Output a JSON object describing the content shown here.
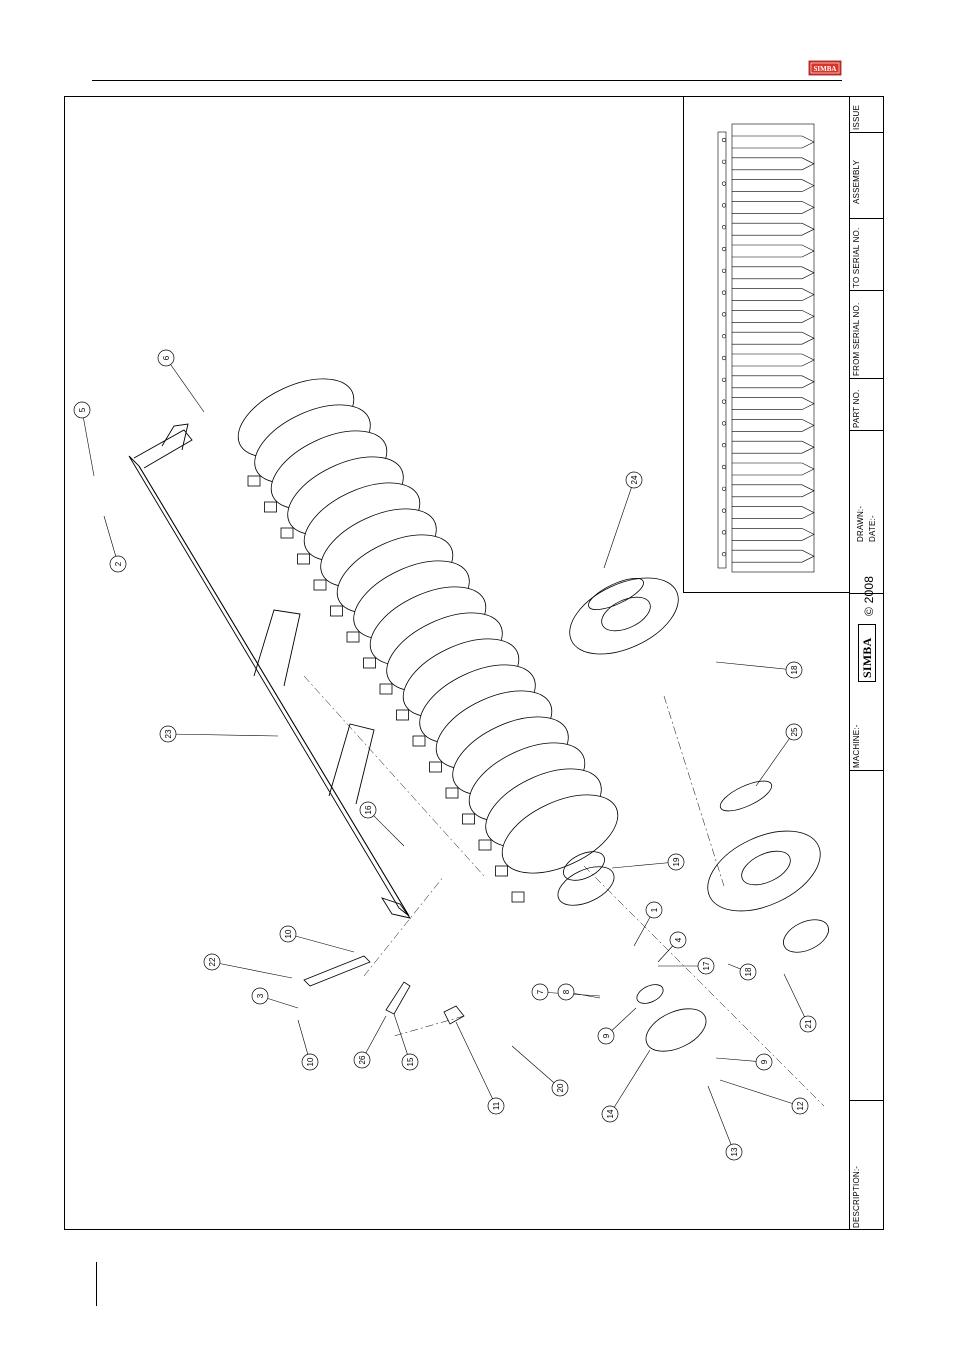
{
  "header": {
    "logo_text": "SIMBA"
  },
  "title_block": {
    "issue_label": "ISSUE",
    "assembly_label": "ASSEMBLY",
    "to_serial_label": "TO SERIAL NO.",
    "from_serial_label": "FROM SERIAL NO.",
    "part_no_label": "PART NO.",
    "drawn_label": "DRAWN:-",
    "date_label": "DATE:-",
    "copyright": "© 2008",
    "brand": "SIMBA",
    "machine_label": "MACHINE:-",
    "description_label": "DESCRIPTION:-"
  },
  "callouts": [
    "1",
    "2",
    "3",
    "4",
    "5",
    "6",
    "7",
    "8",
    "9",
    "9",
    "10",
    "10",
    "11",
    "12",
    "13",
    "14",
    "15",
    "16",
    "17",
    "18",
    "18",
    "19",
    "20",
    "21",
    "22",
    "23",
    "24",
    "25",
    "26"
  ],
  "colors": {
    "line": "#000000",
    "logo_red": "#d9342b"
  }
}
